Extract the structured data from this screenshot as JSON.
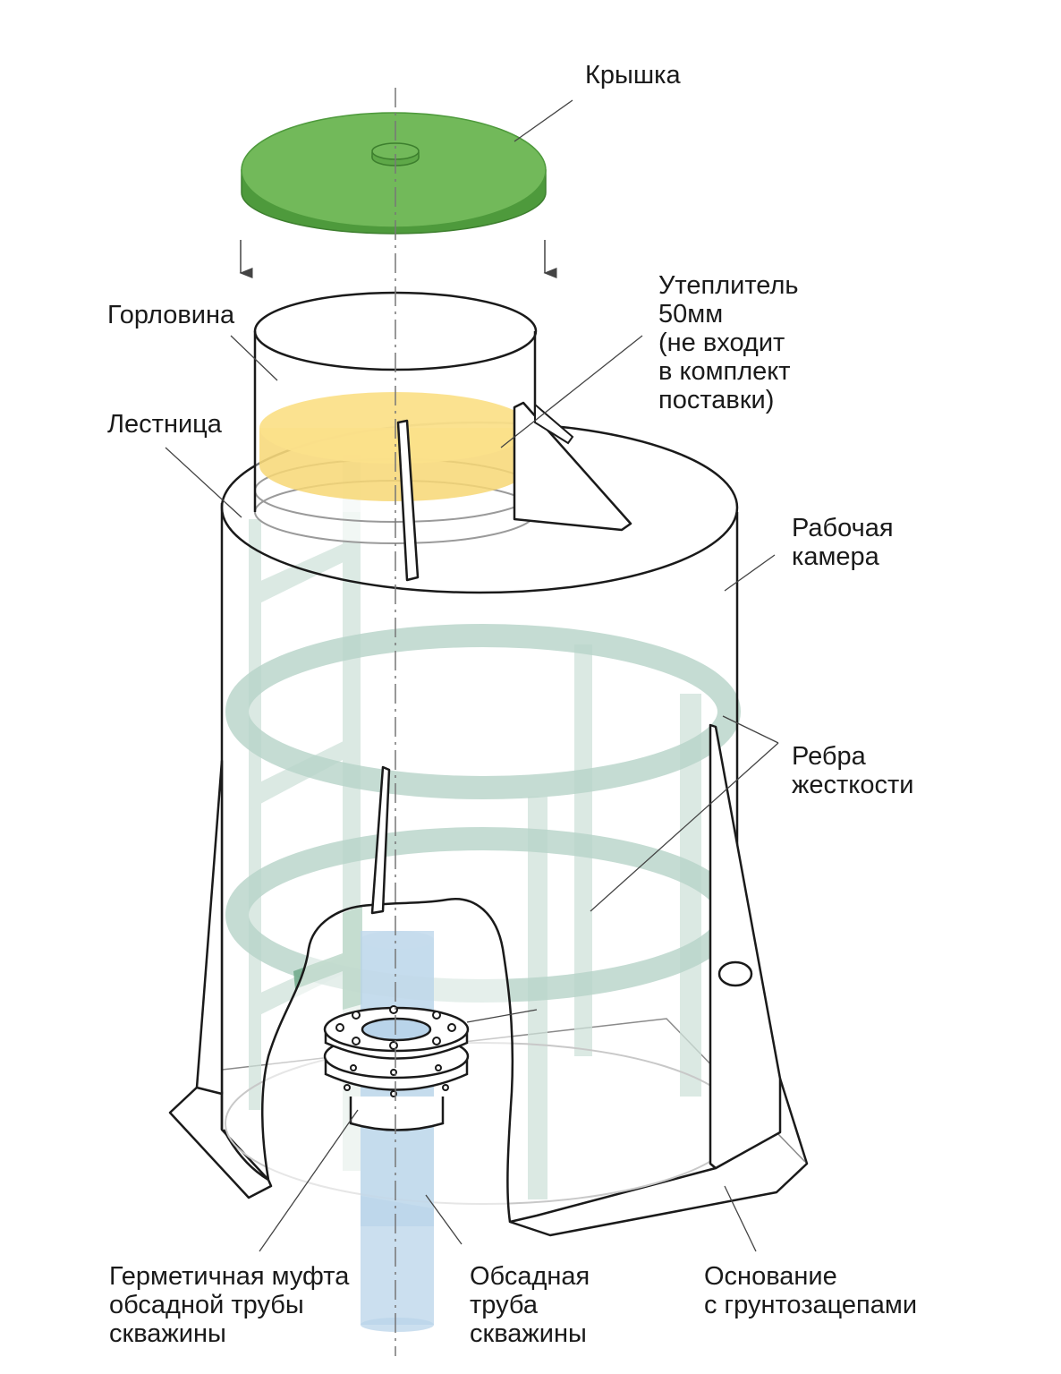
{
  "labels": {
    "lid": "Крышка",
    "neck": "Горловина",
    "insulation": "Утеплитель\n50мм\n(не входит\nв комплект\nпоставки)",
    "ladder": "Лестница",
    "chamber": "Рабочая\nкамера",
    "ribs": "Ребра\nжесткости",
    "coupling": "Герметичная муфта\nобсадной трубы\nскважины",
    "casing": "Обсадная\nтруба\nскважины",
    "base": "Основание\nс грунтозацепами"
  },
  "colors": {
    "lid_top": "#72b95a",
    "lid_side": "#4e9a3c",
    "insulation": "#f7d774",
    "ring": "#b7d3c8",
    "casing_pipe": "#b9d4ea",
    "outline": "#1a1a1a",
    "axis": "#777777"
  }
}
